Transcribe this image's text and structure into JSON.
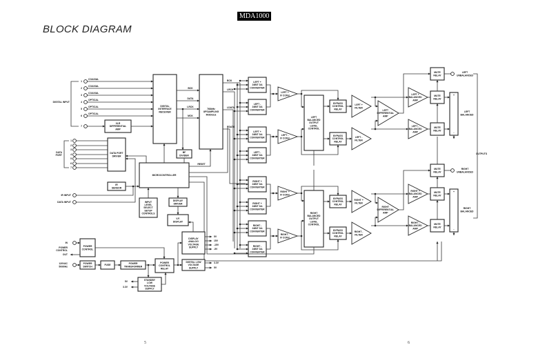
{
  "header": {
    "model": "MDA1000",
    "title": "BLOCK DIAGRAM"
  },
  "footer": {
    "page_left": "5",
    "page_right": "6"
  },
  "diagram": {
    "digital_input": {
      "label": "DIGITAL INPUT",
      "inputs": [
        {
          "num": "1",
          "type": "COAXIAL"
        },
        {
          "num": "2",
          "type": "COAXIAL"
        },
        {
          "num": "3",
          "type": "COAXIAL"
        },
        {
          "num": "4",
          "type": "OPTICAL"
        },
        {
          "num": "5",
          "type": "OPTICAL"
        },
        {
          "num": "6",
          "type": "OPTICAL"
        },
        {
          "num": "7",
          "type": ""
        }
      ]
    },
    "data_port": {
      "label": "DATA PORT",
      "pins": [
        "1",
        "2",
        "3",
        "4",
        "5",
        "6",
        "7"
      ]
    },
    "ext_inputs": {
      "ir_input": "IR INPUT",
      "data_input": "DATA INPUT"
    },
    "power_control_io": {
      "in": "IN",
      "label": "POWER CONTROL",
      "out": "OUT"
    },
    "mains": "120VAC 50/60Hz",
    "blocks": {
      "xlr_diff_amp": "XLR DIFFERENTIAL AMP",
      "digital_interface_receiver": "DIGITAL INTERFACE RECEIVER",
      "upsampling_module": "768kHz UPSAMPLING MODULE",
      "data_port_driver": "DATA PORT DRIVER",
      "ir_sensor": "IR SENSOR",
      "bf_divider": "BF DIVIDER",
      "microcontroller": "MICROCONTROLLER",
      "input_level_controls": "INPUT LEVEL SELECT SETUP CONTROLS",
      "display_driver": "DISPLAY DRIVER",
      "vf_display": "V.F. DISPLAY",
      "power_control": "POWER CONTROL",
      "power_switch": "POWER SWITCH",
      "fuse": "FUSE",
      "power_transformer": "POWER TRANSFORMER",
      "power_control_relay": "POWER CONTROL RELAY",
      "standby_supply": "STANDBY LOW VOLTAGE SUPPLY",
      "display_analog_supply": "DISPLAY ANALOG VOLTAGE SUPPLY",
      "digital_supply": "DIGITAL LOW VOLTAGE SUPPLY",
      "left_plus_dac": "LEFT + 24BIT DA CONVERTER",
      "left_minus_dac": "LEFT - 24BIT DA CONVERTER",
      "right_plus_dac": "RIGHT + 24BIT DA CONVERTER",
      "right_minus_dac": "RIGHT - 24BIT DA CONVERTER",
      "left_plus_iv": "LEFT + IV CONV.",
      "left_minus_iv": "LEFT - IV CONV.",
      "right_plus_iv": "RIGHT + IV CONV.",
      "right_minus_iv": "RIGHT - IV CONV.",
      "left_level_control": "LEFT BALANCED OUTPUT LEVEL CONTROL",
      "right_level_control": "RIGHT BALANCED OUTPUT LEVEL CONTROL",
      "bypass_relay": "BYPASS CONTROL RELAY",
      "left_plus_filter": "LEFT + FILTER",
      "left_minus_filter": "LEFT - FILTER",
      "right_plus_filter": "RIGHT + FILTER",
      "right_minus_filter": "RIGHT - FILTER",
      "left_diff_amp": "LEFT DIFFERENTIAL AMP",
      "right_diff_amp": "RIGHT DIFFERENTIAL AMP",
      "left_plus_bal_amp": "LEFT + BALANCED AMP",
      "left_minus_bal_amp": "LEFT - BALANCED AMP",
      "right_plus_bal_amp": "RIGHT + BALANCED AMP",
      "right_minus_bal_amp": "RIGHT - BALANCED AMP",
      "mute_relay": "MUTE RELAY"
    },
    "signals": {
      "bck": "BCK",
      "data": "DATA",
      "lrck": "LRCK",
      "mck": "MCK",
      "ldata": "LDATA",
      "rdata": "RDATA",
      "reset": "RESET"
    },
    "standby_rails": [
      "5V",
      "3.3V"
    ],
    "analog_rails": [
      "5V",
      "15V",
      "-15V",
      "-5V"
    ],
    "digital_rails": [
      "3.3V",
      "5V"
    ],
    "outputs": {
      "label": "OUTPUTS",
      "left_unbalanced": "LEFT UNBALANCED",
      "left_balanced": "LEFT BALANCED",
      "right_unbalanced": "RIGHT UNBALANCED",
      "right_balanced": "RIGHT BALANCED",
      "plus": "+",
      "minus": "-"
    }
  }
}
